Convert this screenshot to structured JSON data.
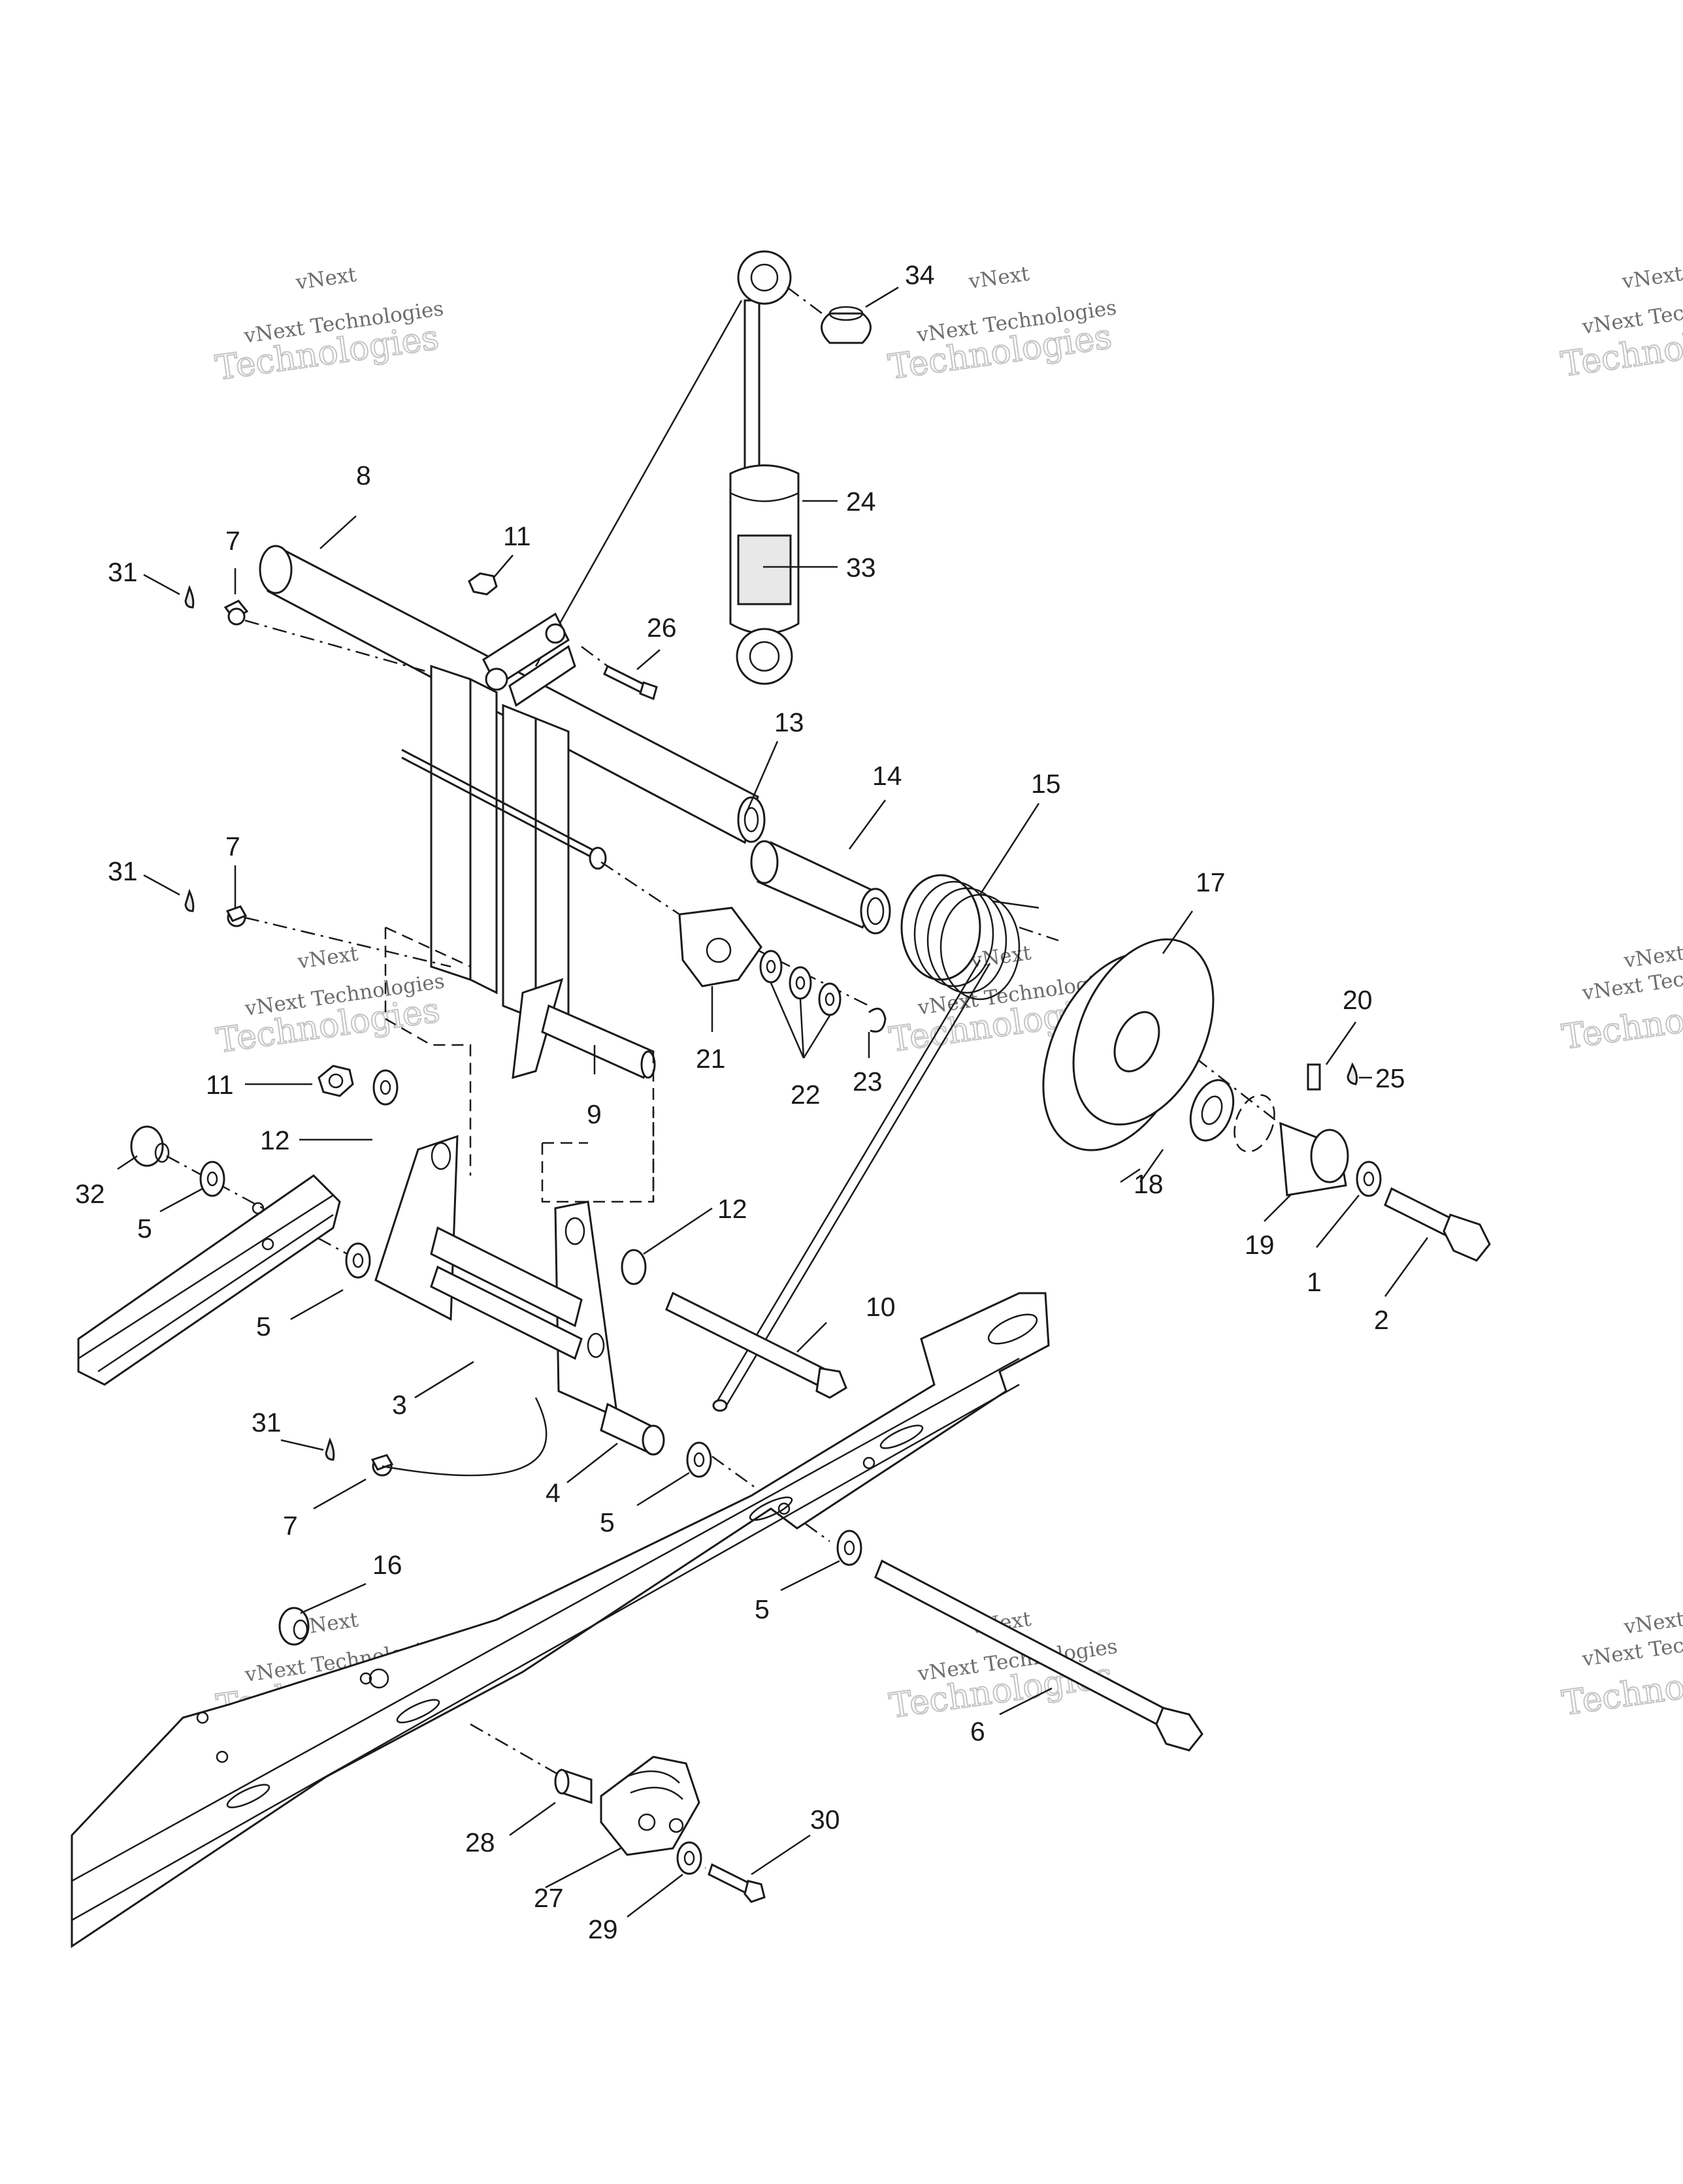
{
  "watermark": {
    "line1": "vNext",
    "line2": "vNext Technologies",
    "line3": "Technologies"
  },
  "callouts": {
    "c1": "1",
    "c2": "2",
    "c3": "3",
    "c4": "4",
    "c5": "5",
    "c6": "6",
    "c7": "7",
    "c8": "8",
    "c9": "9",
    "c10": "10",
    "c11": "11",
    "c12": "12",
    "c13": "13",
    "c14": "14",
    "c15": "15",
    "c16": "16",
    "c17": "17",
    "c18": "18",
    "c19": "19",
    "c20": "20",
    "c21": "21",
    "c22": "22",
    "c23": "23",
    "c24": "24",
    "c25": "25",
    "c26": "26",
    "c27": "27",
    "c28": "28",
    "c29": "29",
    "c30": "30",
    "c31": "31",
    "c32": "32",
    "c33": "33",
    "c34": "34"
  }
}
